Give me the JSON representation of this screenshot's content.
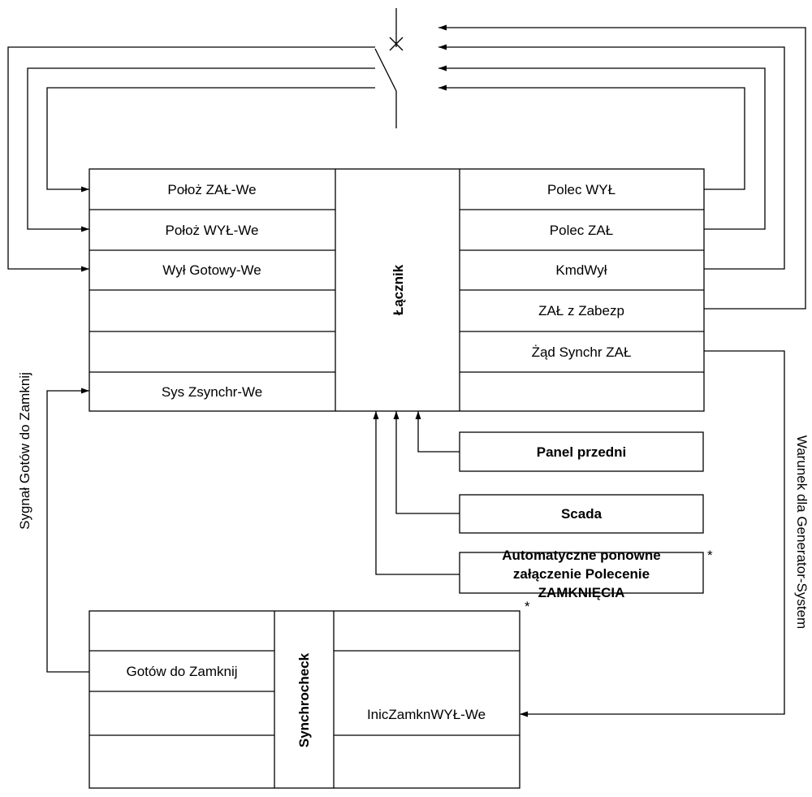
{
  "breaker": {
    "icon": "circuit-breaker-icon"
  },
  "main_block": {
    "title": "Łącznik",
    "inputs": [
      "Położ ZAŁ-We",
      "Położ WYŁ-We",
      "Wył Gotowy-We",
      "",
      "",
      "Sys Zsynchr-We"
    ],
    "outputs": [
      "Polec WYŁ",
      "Polec ZAŁ",
      "KmdWył",
      "ZAŁ z Zabezp",
      "Żąd Synchr ZAŁ",
      ""
    ]
  },
  "sources": {
    "panel": "Panel przedni",
    "scada": "Scada",
    "auto_line1": "Automatyczne ponowne",
    "auto_line2": "załączenie Polecenie",
    "auto_line3": "ZAMKNIĘCIA",
    "auto_note": "*"
  },
  "sync_block": {
    "title": "Synchrocheck",
    "note": "*",
    "left_rows": [
      "",
      "Gotów do Zamknij",
      "",
      ""
    ],
    "right_rows": [
      "",
      "InicZamknWYŁ-We",
      ""
    ]
  },
  "signals": {
    "left_vertical": "Sygnał Gotów do Zamknij",
    "right_vertical": "Warunek dla Generator-System"
  }
}
